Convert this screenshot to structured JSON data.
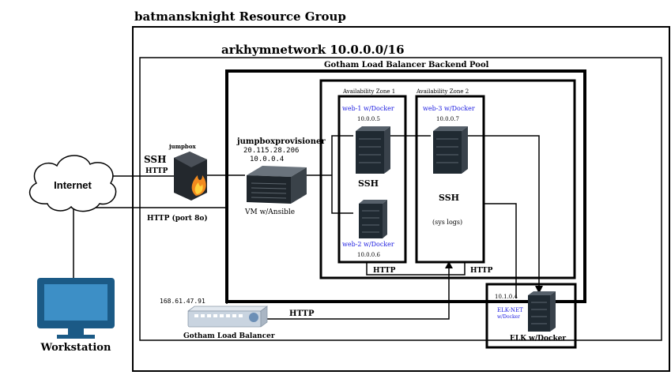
{
  "colors": {
    "ink": "#000000",
    "link": "#1a1ae0",
    "server_dark": "#202a32",
    "monitor": "#1b5a86",
    "lb": "#c9d4e0"
  },
  "resource_group": {
    "title": "batmansknight Resource Group"
  },
  "vnet": {
    "title": "arkhymnetwork 10.0.0.0/16"
  },
  "pool": {
    "title": "Gotham Load Balancer Backend Pool"
  },
  "internet": {
    "label": "Internet",
    "icon": "cloud-icon"
  },
  "workstation": {
    "label": "Workstation",
    "icon": "monitor-icon"
  },
  "jumpbox": {
    "label": "jumpbox",
    "icon": "firewall-server-icon",
    "ssh_label": "SSH",
    "http_label": "HTTP"
  },
  "provisioner": {
    "name": "jumpboxprovisioner",
    "public_ip": "20.115.28.206",
    "private_ip": "10.0.0.4",
    "caption": "VM w/Ansible",
    "icon": "blade-server-icon"
  },
  "http_port_label": "HTTP (port 8o)",
  "zone1": {
    "title": "Availability Zone 1",
    "ssh_label": "SSH"
  },
  "zone2": {
    "title": "Availability Zone 2",
    "ssh_label": "SSH",
    "logs_label": "(sys logs)"
  },
  "web1": {
    "name": "web-1 w/Docker",
    "ip": "10.0.0.5",
    "icon": "tower-server-icon"
  },
  "web2": {
    "name": "web-2 w/Docker",
    "ip": "10.0.0.6",
    "icon": "tower-server-icon"
  },
  "web3": {
    "name": "web-3 w/Docker",
    "ip": "10.0.0.7",
    "icon": "tower-server-icon"
  },
  "load_balancer": {
    "public_ip": "168.61.47.91",
    "label": "Gotham Load Balancer",
    "http_label": "HTTP",
    "icon": "switch-icon"
  },
  "pool_http_left": "HTTP",
  "pool_http_right": "HTTP",
  "elk": {
    "ip": "10.1.0.4",
    "net": "ELK-NET",
    "net_sub": "w/Docker",
    "caption": "ELK w/Docker",
    "icon": "tower-server-icon"
  }
}
